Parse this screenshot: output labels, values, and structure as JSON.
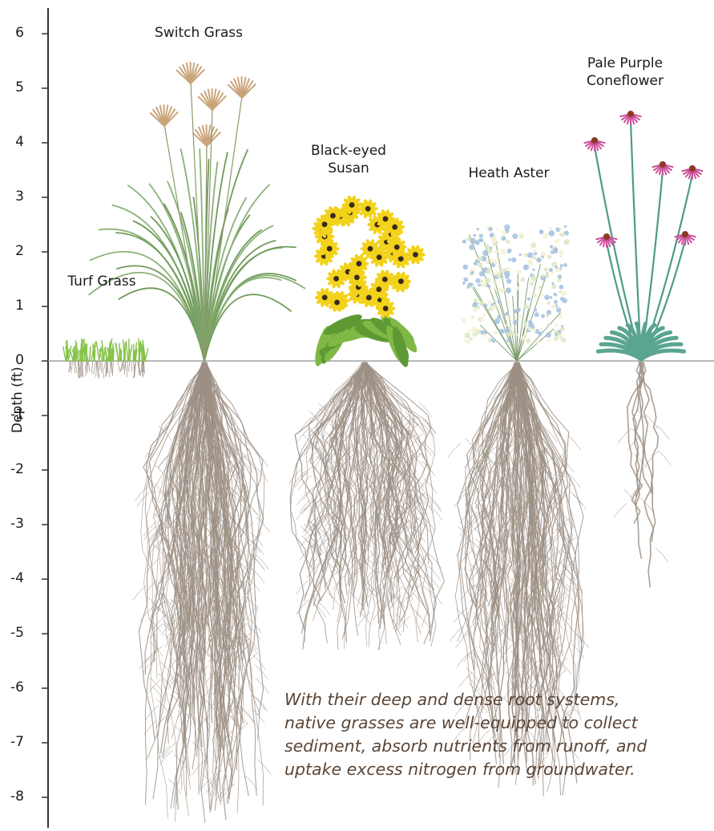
{
  "axis": {
    "label": "Depth (ft)",
    "ticks": [
      "6",
      "5",
      "4",
      "3",
      "2",
      "1",
      "0",
      "-1",
      "-2",
      "-3",
      "-4",
      "-5",
      "-6",
      "-7",
      "-8"
    ],
    "min": -8,
    "max": 6
  },
  "plants": [
    {
      "id": "turf",
      "name": [
        "Turf Grass"
      ],
      "height_ft": 0.3,
      "root_depth_ft": -0.3
    },
    {
      "id": "switch",
      "name": [
        "Switch Grass"
      ],
      "height_ft": 5.5,
      "root_depth_ft": -8.5
    },
    {
      "id": "susan",
      "name": [
        "Black-eyed",
        "Susan"
      ],
      "height_ft": 2.8,
      "root_depth_ft": -5.3
    },
    {
      "id": "aster",
      "name": [
        "Heath Aster"
      ],
      "height_ft": 2.5,
      "root_depth_ft": -8.0
    },
    {
      "id": "coneflower",
      "name": [
        "Pale Purple",
        "Coneflower"
      ],
      "height_ft": 4.5,
      "root_depth_ft": -4.2
    }
  ],
  "caption": [
    "With their deep and dense root systems,",
    "native grasses are well-equipped to collect",
    "sediment, absorb nutrients from runoff, and",
    "uptake excess nitrogen from groundwater."
  ],
  "colors": {
    "root": "#9c8f84",
    "grass": "#6f9a5a",
    "turf": "#86c24a",
    "susan_petal": "#f2d21a",
    "susan_center": "#3a2a1a",
    "aster_flower": "#a9c3df",
    "coneflower_petal": "#cc4f9a",
    "coneflower_stem": "#4f9a88",
    "caption": "#5a4535",
    "axis": "#333333",
    "ground": "#a0a0a0"
  }
}
